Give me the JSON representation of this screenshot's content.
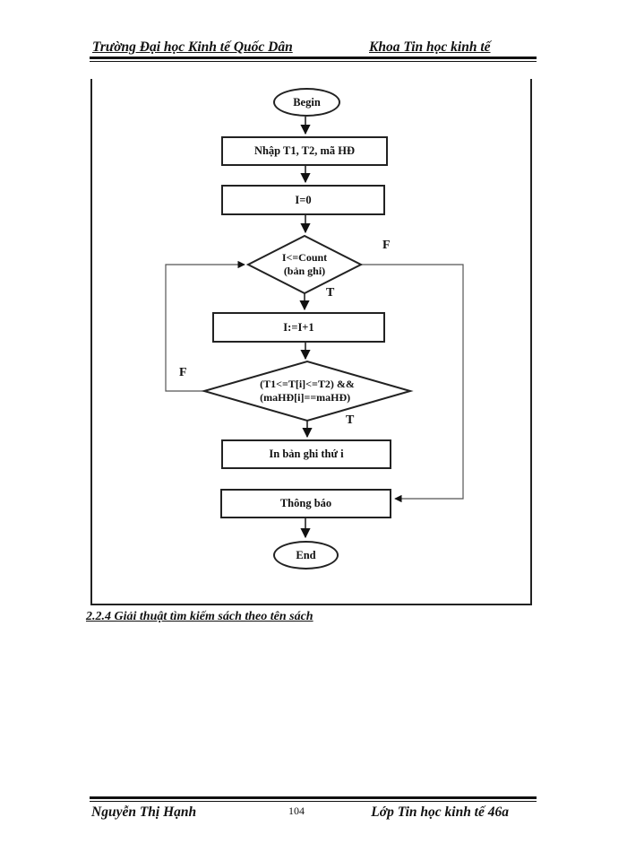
{
  "header": {
    "left": "Trường Đại  học Kinh tế Quốc Dân",
    "right": "Khoa Tin học kinh tế"
  },
  "flowchart": {
    "nodes": {
      "begin": "Begin",
      "input": "Nhập T1, T2, mã HĐ",
      "init": "I=0",
      "loop_cond_line1": "I<=Count",
      "loop_cond_line2": "(bản ghi)",
      "increment": "I:=I+1",
      "match_cond_line1": "(T1<=T[i]<=T2)  &&",
      "match_cond_line2": "(maHĐ[i]==maHĐ)",
      "print": "In bản ghi thứ i",
      "notify": "Thông báo",
      "end": "End"
    },
    "branch_labels": {
      "loop_false": "F",
      "loop_true": "T",
      "match_false": "F",
      "match_true": "T"
    }
  },
  "caption": "2.2.4 Giải thuật tìm kiếm sách theo tên sách",
  "footer": {
    "left": "Nguyễn Thị Hạnh",
    "page_number": "104",
    "right": "Lớp Tin học kinh tế 46a"
  },
  "colors": {
    "ink": "#111111",
    "shape_border": "#222222",
    "connector": "#555555",
    "background": "#ffffff"
  }
}
